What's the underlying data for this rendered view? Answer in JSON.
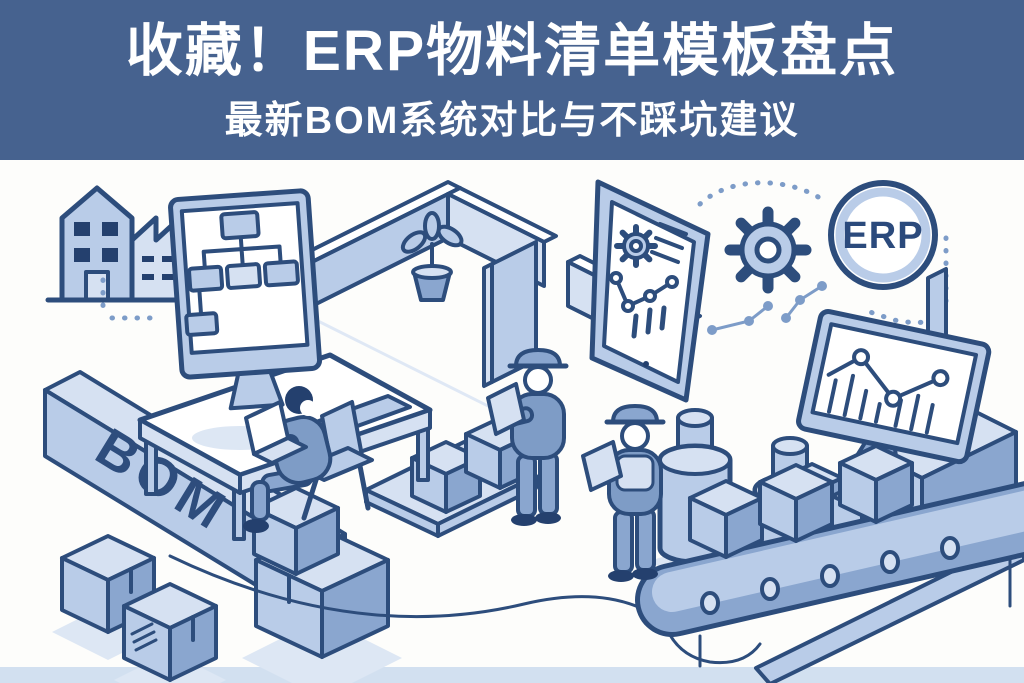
{
  "banner": {
    "title": "收藏！ERP物料清单模板盘点",
    "subtitle": "最新BOM系统对比与不踩坑建议",
    "background_color": "#46628F",
    "text_color": "#FFFFFF"
  },
  "illustration": {
    "background_color": "#FDFDFB",
    "bottom_strip_color": "#D2E0F0",
    "outline_color": "#2D4D7C",
    "fill_light": "#B9CCE8",
    "fill_lighter": "#D6E1F2",
    "fill_mid": "#8AA6CF",
    "navy": "#24406E",
    "labels": {
      "erp_badge": "ERP",
      "bom_wall": "BOM"
    },
    "icons": [
      "factory-building-icon",
      "dashed-connector-icon",
      "cubicle-walls",
      "potted-plant-icon",
      "bom-flowchart-monitor-icon",
      "office-desk",
      "keyboard-icon",
      "seated-worker-with-laptop",
      "bom-wall-label",
      "analytics-tablet-icon",
      "gear-icon",
      "erp-badge-icon",
      "trend-dots-icon",
      "analytics-monitor-icon",
      "monitor-pedestal",
      "conveyor-belt-icon",
      "conveyor-boxes",
      "bottle-containers",
      "worker-with-tablet",
      "worker-with-clipboard",
      "warehouse-boxes",
      "floor-path-lines"
    ]
  }
}
